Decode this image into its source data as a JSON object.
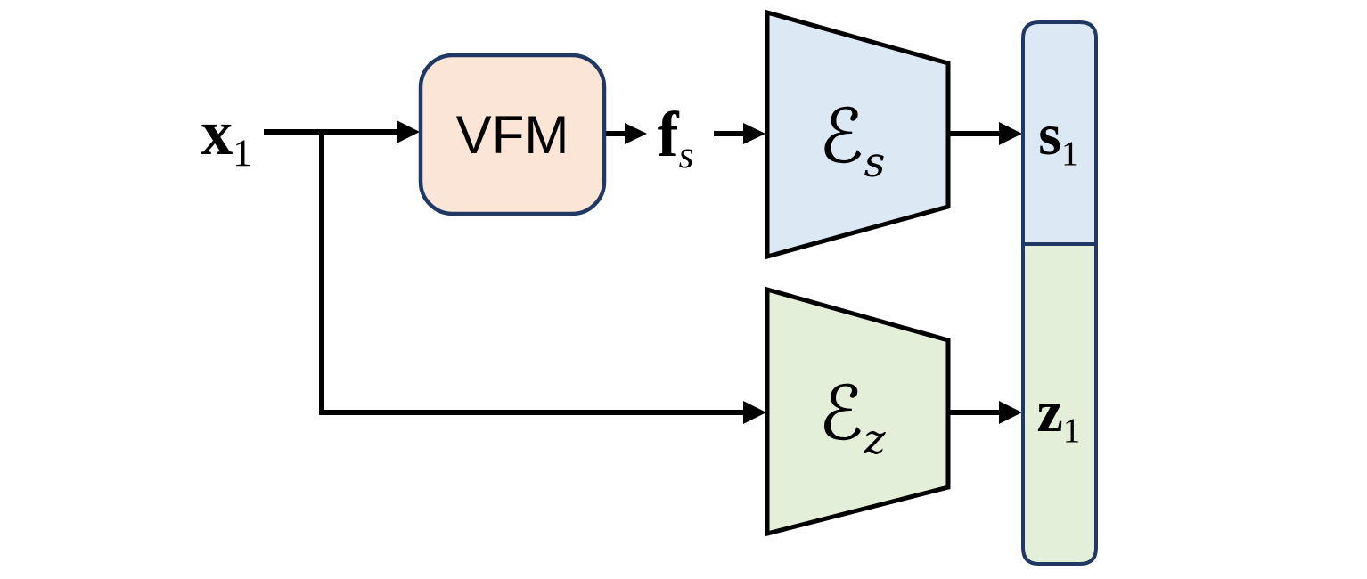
{
  "diagram": {
    "colors": {
      "peach": "#fbe5d6",
      "blue": "#dce8f4",
      "green": "#e3efd9",
      "navy": "#1f3864",
      "line": "#000000"
    },
    "nodes": {
      "input": {
        "base": "x",
        "sub": "1"
      },
      "vfm": {
        "label": "VFM"
      },
      "feature": {
        "base": "f",
        "sub": "s"
      },
      "encoder_s": {
        "base": "ℰ",
        "sub": "s"
      },
      "encoder_z": {
        "base": "ℰ",
        "sub": "z"
      },
      "latent_s": {
        "base": "s",
        "sub": "1"
      },
      "latent_z": {
        "base": "z",
        "sub": "1"
      }
    }
  }
}
